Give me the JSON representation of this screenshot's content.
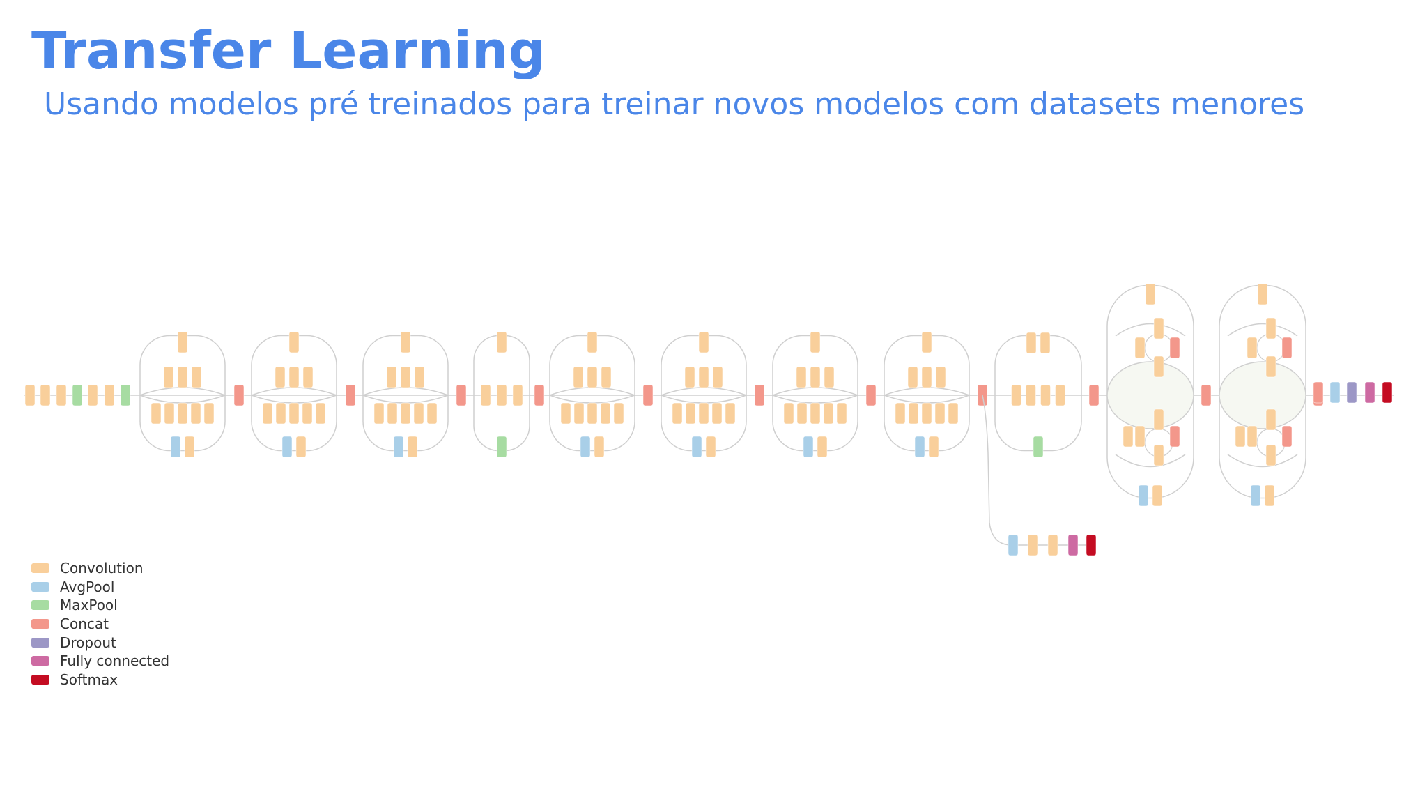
{
  "slide": {
    "title": "Transfer Learning",
    "subtitle": "Usando modelos pré treinados para treinar novos modelos com datasets menores"
  },
  "colors": {
    "title": "#4a86e8",
    "Convolution": "#f9cf9b",
    "AvgPool": "#a9cfe8",
    "MaxPool": "#a7dca2",
    "Concat": "#f3978b",
    "Dropout": "#9c97c6",
    "Fully connected": "#cd6aa2",
    "Softmax": "#c40c22",
    "connector": "#cfcfcf"
  },
  "legend": [
    {
      "label": "Convolution",
      "color": "#f9cf9b"
    },
    {
      "label": "AvgPool",
      "color": "#a9cfe8"
    },
    {
      "label": "MaxPool",
      "color": "#a7dca2"
    },
    {
      "label": "Concat",
      "color": "#f3978b"
    },
    {
      "label": "Dropout",
      "color": "#9c97c6"
    },
    {
      "label": "Fully connected",
      "color": "#cd6aa2"
    },
    {
      "label": "Softmax",
      "color": "#c40c22"
    }
  ],
  "network": {
    "stem": [
      "Convolution",
      "Convolution",
      "Convolution",
      "MaxPool",
      "Convolution",
      "Convolution",
      "MaxPool"
    ],
    "modules": [
      {
        "type": "A"
      },
      {
        "type": "A"
      },
      {
        "type": "A"
      },
      {
        "type": "B"
      },
      {
        "type": "A"
      },
      {
        "type": "A"
      },
      {
        "type": "A"
      },
      {
        "type": "A"
      },
      {
        "type": "C"
      },
      {
        "type": "D"
      },
      {
        "type": "D"
      }
    ],
    "aux_classifier": [
      "AvgPool",
      "Convolution",
      "Convolution",
      "Fully connected",
      "Softmax"
    ],
    "head": [
      "Concat",
      "AvgPool",
      "Dropout",
      "Fully connected",
      "Softmax"
    ]
  }
}
